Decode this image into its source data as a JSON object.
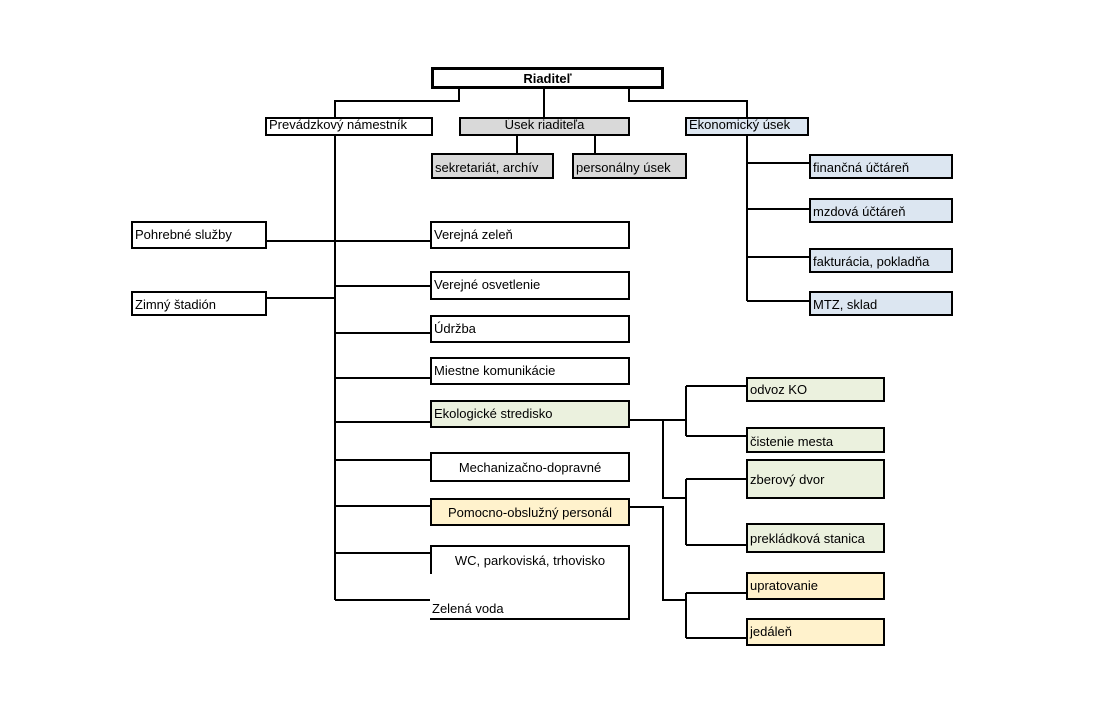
{
  "director": "Riaditeľ",
  "level1": {
    "operations_deputy": "Prevádzkový námestník",
    "director_office": "Úsek riaditeľa",
    "economic": "Ekonomický úsek"
  },
  "director_office_units": [
    "sekretariát, archív",
    "personálny úsek"
  ],
  "economic_units": [
    "finančná účtáreň",
    "mzdová účtáreň",
    "fakturácia, pokladňa",
    "MTZ, sklad"
  ],
  "side_units": [
    "Pohrebné služby",
    "Zimný štadión"
  ],
  "operations_units": [
    "Verejná zeleň",
    "Verejné osvetlenie",
    "Údržba",
    "Miestne komunikácie",
    "Ekologické stredisko",
    "Mechanizačno-dopravné",
    "Pomocno-obslužný personál",
    "WC, parkoviská, trhovisko",
    "Zelená voda"
  ],
  "ecology_units": [
    "odvoz KO",
    "čistenie mesta",
    "zberový dvor",
    "prekládková stanica"
  ],
  "service_units": [
    "upratovanie",
    "jedáleň"
  ],
  "colors": {
    "director_office": "#d9d9d9",
    "economic": "#dce6f1",
    "ecology": "#ebf1de",
    "service": "#fff2cc",
    "border": "#000000"
  }
}
